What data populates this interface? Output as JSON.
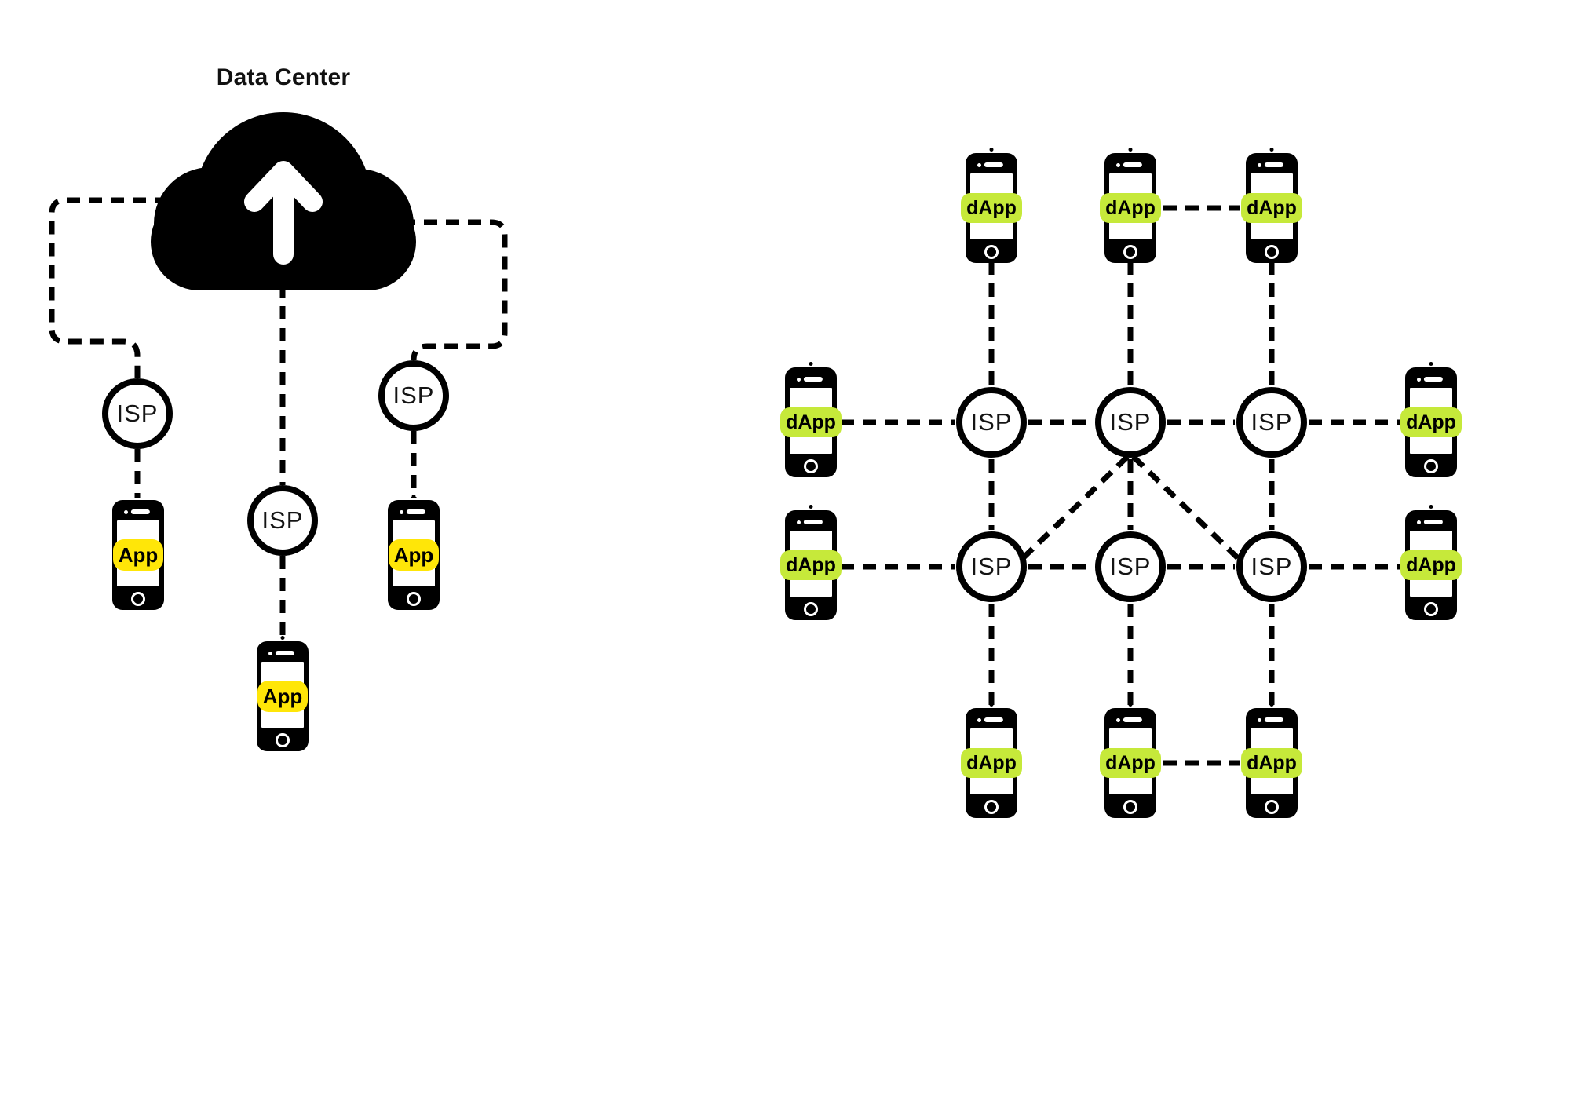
{
  "labels": {
    "title": "Data Center",
    "isp": "ISP",
    "app": "App",
    "dapp": "dApp"
  },
  "colors": {
    "ink": "#000000",
    "app_badge": "#FFE608",
    "dapp_badge": "#C6E93A"
  },
  "left_diagram": {
    "title": "Data Center",
    "cloud_icon": "cloud-upload",
    "isp_node_count": 3,
    "phones_with_app_count": 3
  },
  "right_diagram": {
    "isp_node_count": 6,
    "phones_with_dapp_count": 10,
    "peer_links": [
      "top-middle-phone to top-right-phone",
      "bottom-middle-phone to bottom-right-phone"
    ]
  }
}
